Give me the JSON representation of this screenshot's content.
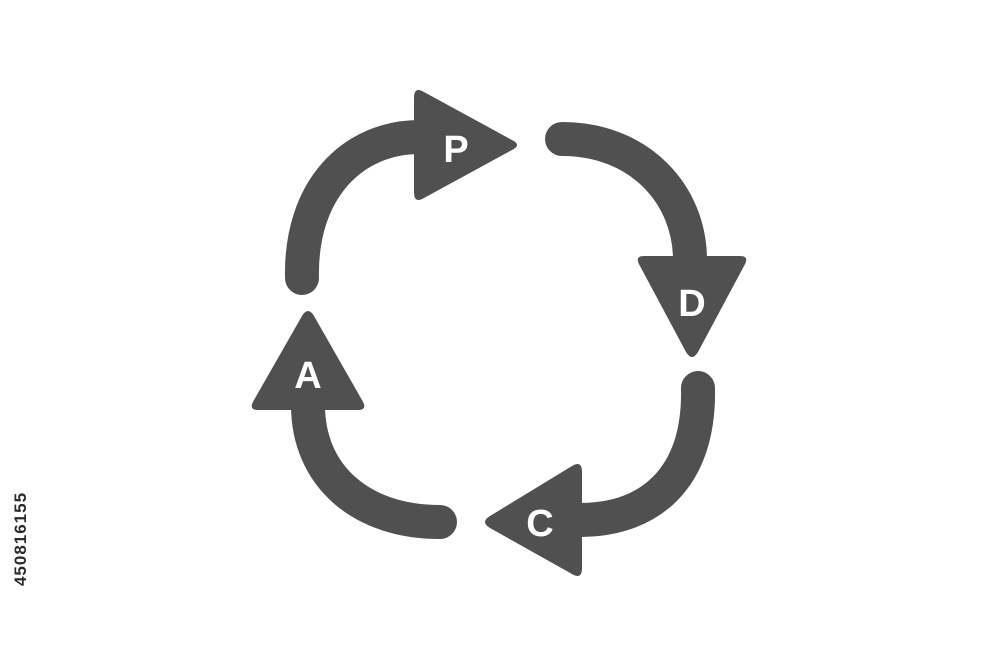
{
  "diagram": {
    "colors": {
      "shape": "#505050",
      "letter": "#ffffff",
      "background": "#ffffff"
    },
    "steps": [
      {
        "label": "P"
      },
      {
        "label": "D"
      },
      {
        "label": "C"
      },
      {
        "label": "A"
      }
    ]
  },
  "stock_id": "450816155"
}
